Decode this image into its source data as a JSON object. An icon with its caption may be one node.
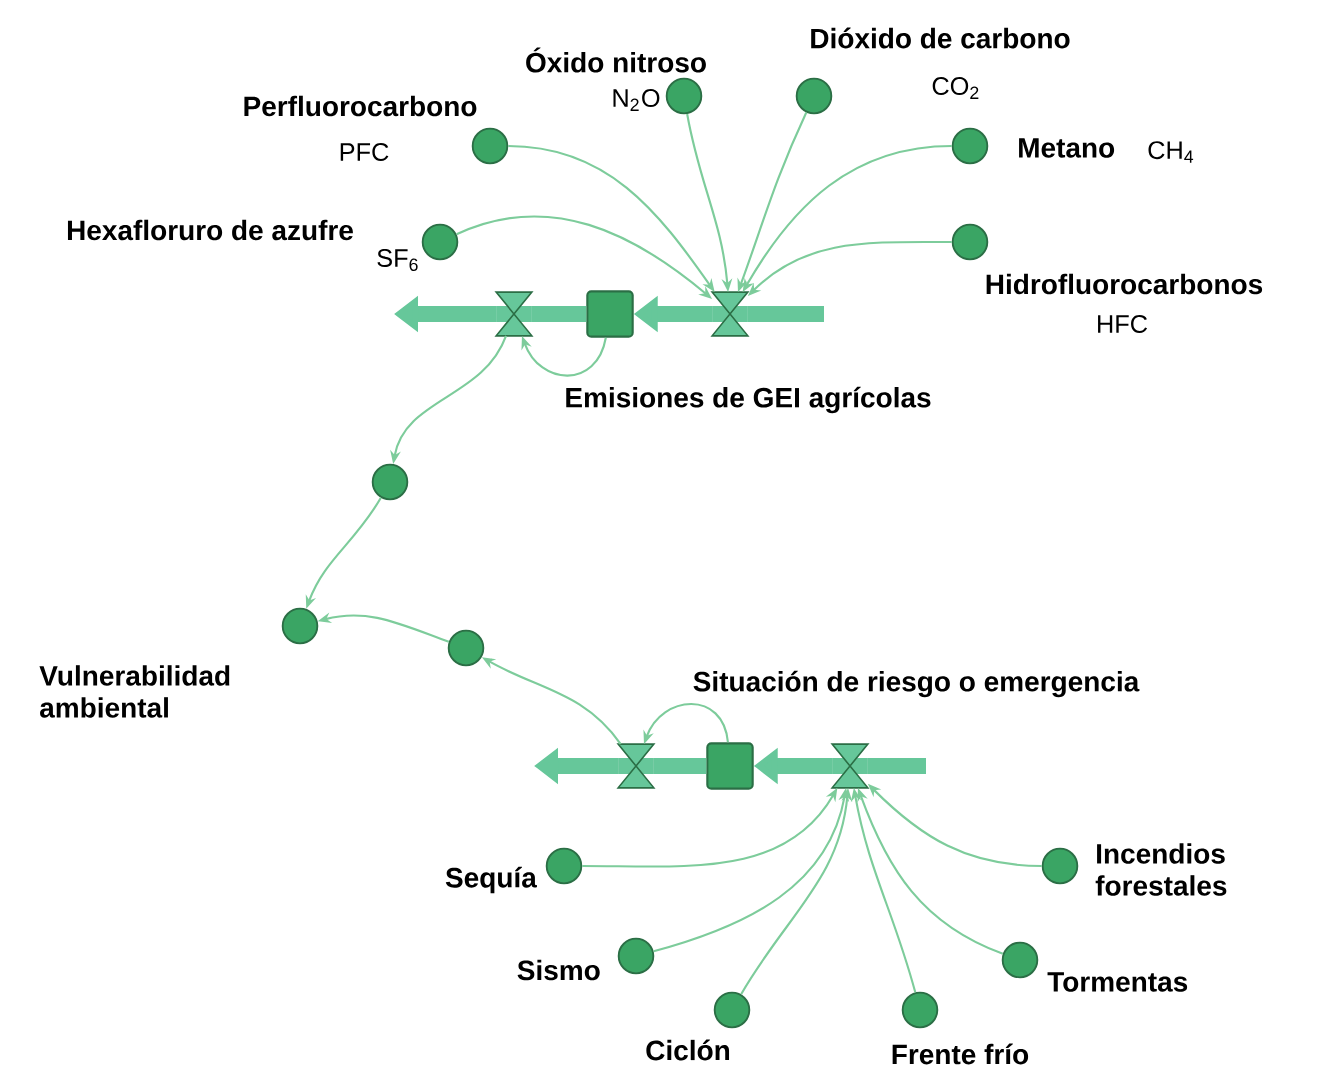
{
  "diagram": {
    "nodes": [
      {
        "text": [
          "Óxido nitroso",
          "N$_{2}$O"
        ]
      },
      {
        "text": [
          "Dióxido de carbono",
          "CO$_{2}$"
        ]
      },
      {
        "text": [
          "Perfluorocarbono",
          "PFC"
        ]
      },
      {
        "text": [
          "Metano",
          "CH$_{4}$"
        ]
      },
      {
        "text": [
          "Hexafloruro de azufre",
          "SF$_{6}$"
        ]
      },
      {
        "text": [
          "Hidrofluorocarbonos",
          "HFC"
        ]
      },
      {
        "text": [],
        "shape": "valve"
      },
      {
        "text": [
          "Emisiones de GEI agrícolas"
        ]
      },
      {
        "text": [],
        "shape": "valve"
      },
      {
        "text": [],
        "shape": "circle"
      },
      {
        "text": [
          "Vulnerabilidad ambiental"
        ]
      },
      {
        "text": [],
        "shape": "circle"
      },
      {
        "text": [
          "Situación de riesgo o emergencia"
        ]
      },
      {
        "text": [],
        "shape": "valve"
      },
      {
        "text": [],
        "shape": "valve"
      },
      {
        "text": [
          "Sequía"
        ]
      },
      {
        "text": [
          "Incendios forestales"
        ]
      },
      {
        "text": [
          "Sismo"
        ]
      },
      {
        "text": [
          "Tormentas"
        ]
      },
      {
        "text": [
          "Ciclón"
        ]
      },
      {
        "text": [
          "Frente frío"
        ]
      }
    ],
    "edges": [
      {
        "from": null,
        "to": 6,
        "arrow": "none",
        "style": "thick"
      },
      {
        "from": 6,
        "to": 7,
        "arrow": "to",
        "style": "thick"
      },
      {
        "from": 7,
        "to": 8,
        "arrow": "none",
        "style": "thick"
      },
      {
        "from": 8,
        "to": null,
        "arrow": "to",
        "style": "thick"
      },
      {
        "from": 0,
        "to": 6,
        "arrow": "to"
      },
      {
        "from": 1,
        "to": 6,
        "arrow": "to"
      },
      {
        "from": 2,
        "to": 6,
        "arrow": "to"
      },
      {
        "from": 3,
        "to": 6,
        "arrow": "to"
      },
      {
        "from": 4,
        "to": 6,
        "arrow": "to"
      },
      {
        "from": 5,
        "to": 6,
        "arrow": "to"
      },
      {
        "from": 7,
        "to": 8,
        "arrow": "to"
      },
      {
        "from": 8,
        "to": 9,
        "arrow": "to"
      },
      {
        "from": 9,
        "to": 10,
        "arrow": "to"
      },
      {
        "from": 11,
        "to": 10,
        "arrow": "to"
      },
      {
        "from": 13,
        "to": 11,
        "arrow": "to"
      },
      {
        "from": 12,
        "to": 13,
        "arrow": "to"
      },
      {
        "from": null,
        "to": 14,
        "arrow": "none",
        "style": "thick"
      },
      {
        "from": 14,
        "to": 12,
        "arrow": "to",
        "style": "thick"
      },
      {
        "from": 12,
        "to": 13,
        "arrow": "none",
        "style": "thick"
      },
      {
        "from": 13,
        "to": null,
        "arrow": "to",
        "style": "thick"
      },
      {
        "from": 15,
        "to": 14,
        "arrow": "to"
      },
      {
        "from": 16,
        "to": 14,
        "arrow": "to"
      },
      {
        "from": 17,
        "to": 14,
        "arrow": "to"
      },
      {
        "from": 18,
        "to": 14,
        "arrow": "to"
      },
      {
        "from": 19,
        "to": 14,
        "arrow": "to"
      },
      {
        "from": 20,
        "to": 14,
        "arrow": "to"
      }
    ]
  }
}
